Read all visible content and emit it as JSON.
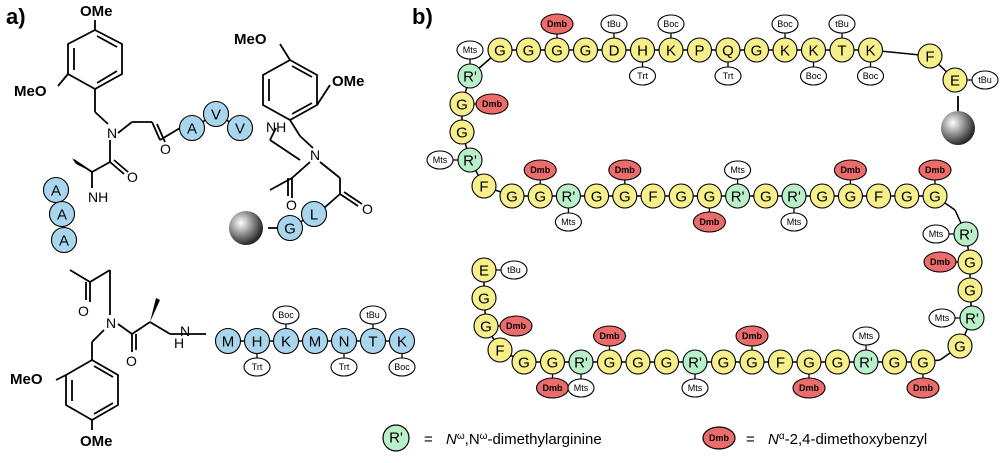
{
  "panels": {
    "a": "a)",
    "b": "b)"
  },
  "colors": {
    "blue": "#a9d6ee",
    "yellow": "#f6ef8a",
    "green": "#b9efc9",
    "red": "#ec6b6b",
    "white": "#ffffff"
  },
  "atoms": {
    "ome": "OMe",
    "meo": "MeO",
    "n": "N",
    "nh": "NH",
    "hn": "HN",
    "o": "O",
    "h": "H"
  },
  "panel_a": {
    "chain_top": [
      "A",
      "V",
      "V"
    ],
    "chain_left": [
      "A",
      "A",
      "A"
    ],
    "chain_right": [
      "G",
      "L"
    ],
    "chain_bottom": [
      "M",
      "H",
      "K",
      "M",
      "N",
      "T",
      "K"
    ],
    "chain_bottom_tags": [
      {
        "res": 1,
        "pos": "below",
        "text": "Trt"
      },
      {
        "res": 2,
        "pos": "above",
        "text": "Boc"
      },
      {
        "res": 4,
        "pos": "below",
        "text": "Trt"
      },
      {
        "res": 5,
        "pos": "above",
        "text": "tBu"
      },
      {
        "res": 6,
        "pos": "below",
        "text": "Boc"
      }
    ]
  },
  "panel_b": {
    "row1": [
      "R'",
      "G",
      "G",
      "G",
      "G",
      "D",
      "H",
      "K",
      "P",
      "Q",
      "G",
      "K",
      "K",
      "T",
      "K",
      "F",
      "E"
    ],
    "row1_tags": [
      {
        "res": 0,
        "pos": "above",
        "text": "Mts"
      },
      {
        "res": 3,
        "pos": "above",
        "text": "Dmb"
      },
      {
        "res": 5,
        "pos": "above",
        "text": "tBu"
      },
      {
        "res": 6,
        "pos": "below",
        "text": "Trt"
      },
      {
        "res": 7,
        "pos": "above",
        "text": "Boc"
      },
      {
        "res": 9,
        "pos": "below",
        "text": "Trt"
      },
      {
        "res": 11,
        "pos": "above",
        "text": "Boc"
      },
      {
        "res": 12,
        "pos": "below",
        "text": "Boc"
      },
      {
        "res": 13,
        "pos": "above",
        "text": "tBu"
      },
      {
        "res": 14,
        "pos": "below",
        "text": "Boc"
      },
      {
        "res": 16,
        "pos": "right",
        "text": "tBu"
      }
    ],
    "left1": [
      "G",
      "G",
      "R'",
      "F"
    ],
    "left1_tags": [
      {
        "res": 0,
        "pos": "right",
        "text": "Dmb"
      },
      {
        "res": 2,
        "pos": "left",
        "text": "Mts"
      }
    ],
    "row2": [
      "G",
      "G",
      "R'",
      "G",
      "G",
      "F",
      "G",
      "G",
      "R'",
      "G",
      "R'",
      "G",
      "G",
      "F",
      "G",
      "G"
    ],
    "row2_tags": [
      {
        "res": 1,
        "pos": "above",
        "text": "Dmb"
      },
      {
        "res": 2,
        "pos": "below",
        "text": "Mts"
      },
      {
        "res": 4,
        "pos": "above",
        "text": "Dmb"
      },
      {
        "res": 7,
        "pos": "below",
        "text": "Dmb"
      },
      {
        "res": 8,
        "pos": "above",
        "text": "Mts"
      },
      {
        "res": 10,
        "pos": "below",
        "text": "Mts"
      },
      {
        "res": 12,
        "pos": "above",
        "text": "Dmb"
      },
      {
        "res": 15,
        "pos": "above",
        "text": "Dmb"
      }
    ],
    "right2": [
      "R'",
      "G",
      "G",
      "R'",
      "G"
    ],
    "right2_tags": [
      {
        "res": 0,
        "pos": "left",
        "text": "Mts"
      },
      {
        "res": 1,
        "pos": "left",
        "text": "Dmb"
      },
      {
        "res": 3,
        "pos": "left",
        "text": "Mts"
      }
    ],
    "row3": [
      "G",
      "G",
      "R'",
      "G",
      "G",
      "G",
      "R'",
      "G",
      "G",
      "F",
      "G",
      "G",
      "R'",
      "G",
      "G"
    ],
    "row3_tags": [
      {
        "res": 1,
        "pos": "below",
        "text": "Dmb"
      },
      {
        "res": 2,
        "pos": "below",
        "text": "Mts"
      },
      {
        "res": 3,
        "pos": "above",
        "text": "Dmb"
      },
      {
        "res": 6,
        "pos": "below",
        "text": "Mts"
      },
      {
        "res": 8,
        "pos": "above",
        "text": "Dmb"
      },
      {
        "res": 10,
        "pos": "below",
        "text": "Dmb"
      },
      {
        "res": 12,
        "pos": "above",
        "text": "Mts"
      },
      {
        "res": 14,
        "pos": "below",
        "text": "Dmb"
      }
    ],
    "left3": [
      "E",
      "G",
      "G",
      "F"
    ],
    "left3_tags": [
      {
        "res": 0,
        "pos": "right",
        "text": "tBu"
      },
      {
        "res": 2,
        "pos": "right",
        "text": "Dmb"
      }
    ]
  },
  "legend": {
    "r_symbol": "R'",
    "r_eq": "=",
    "r_text_pre": "N",
    "r_sup1": "ω",
    "r_mid": ",N",
    "r_sup2": "ω",
    "r_text_post": "-dimethylarginine",
    "dmb_symbol": "Dmb",
    "dmb_eq": "=",
    "dmb_pre": "N",
    "dmb_sup": "α",
    "dmb_post": "-2,4-dimethoxybenzyl"
  }
}
